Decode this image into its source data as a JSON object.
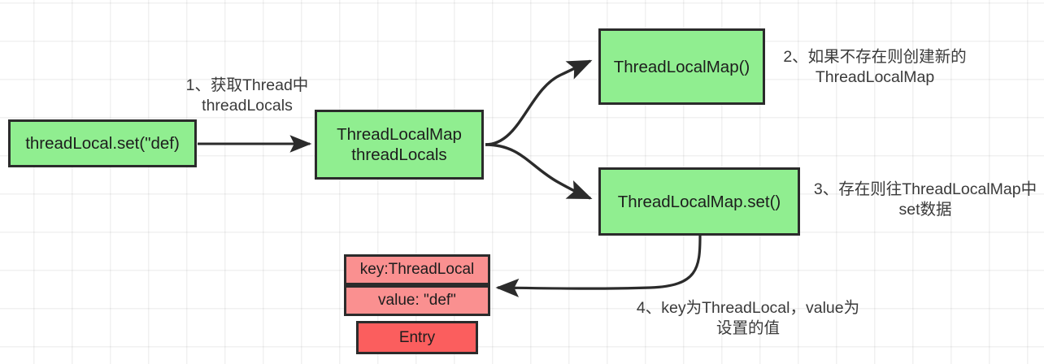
{
  "diagram": {
    "title": "ThreadLocal set flow",
    "colors": {
      "green_fill": "#90ee90",
      "pink_fill": "#fa9090",
      "red_fill": "#fb5e5e",
      "stroke": "#2b2b2b",
      "grid_line": "#f0f0f0",
      "background": "#ffffff",
      "note_text": "#3a3a3a"
    },
    "nodes": {
      "entry_call": "threadLocal.set(\"def)",
      "thread_locals": "ThreadLocalMap\nthreadLocals",
      "new_map": "ThreadLocalMap()",
      "map_set": "ThreadLocalMap.set()",
      "entry_key": "key:ThreadLocal",
      "entry_value": "value: \"def\"",
      "entry_label": "Entry"
    },
    "notes": {
      "step1": "1、获取Thread中\nthreadLocals",
      "step2": "2、如果不存在则创建新的\nThreadLocalMap",
      "step3": "3、存在则往ThreadLocalMap中\nset数据",
      "step4": "4、key为ThreadLocal，value为\n设置的值"
    }
  }
}
